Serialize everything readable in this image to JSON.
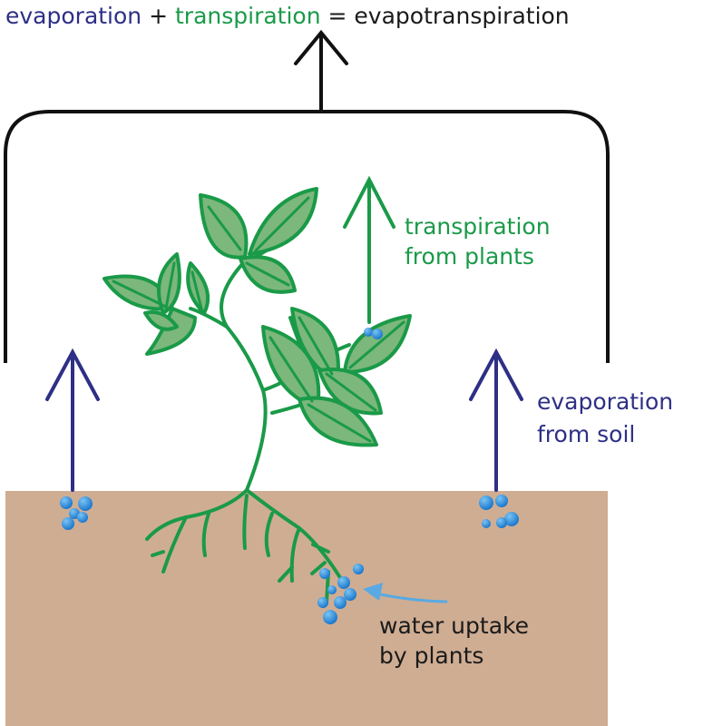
{
  "equation": {
    "evaporation": "evaporation",
    "plus": " + ",
    "transpiration": "transpiration",
    "equals": " = ",
    "evapotranspiration": "evapotranspiration"
  },
  "labels": {
    "transpiration_line1": "transpiration",
    "transpiration_line2": "from plants",
    "evaporation_line1": "evaporation",
    "evaporation_line2": "from soil",
    "uptake_line1": "water uptake",
    "uptake_line2": "by plants"
  },
  "colors": {
    "evaporation": "#2e2f86",
    "transpiration": "#1a9a48",
    "text": "#1a1a1a",
    "soil": "#cfad93",
    "leaf_fill": "#7cb77c",
    "water_drop": "#2b8fdc",
    "uptake_arrow": "#5aa9e2"
  }
}
